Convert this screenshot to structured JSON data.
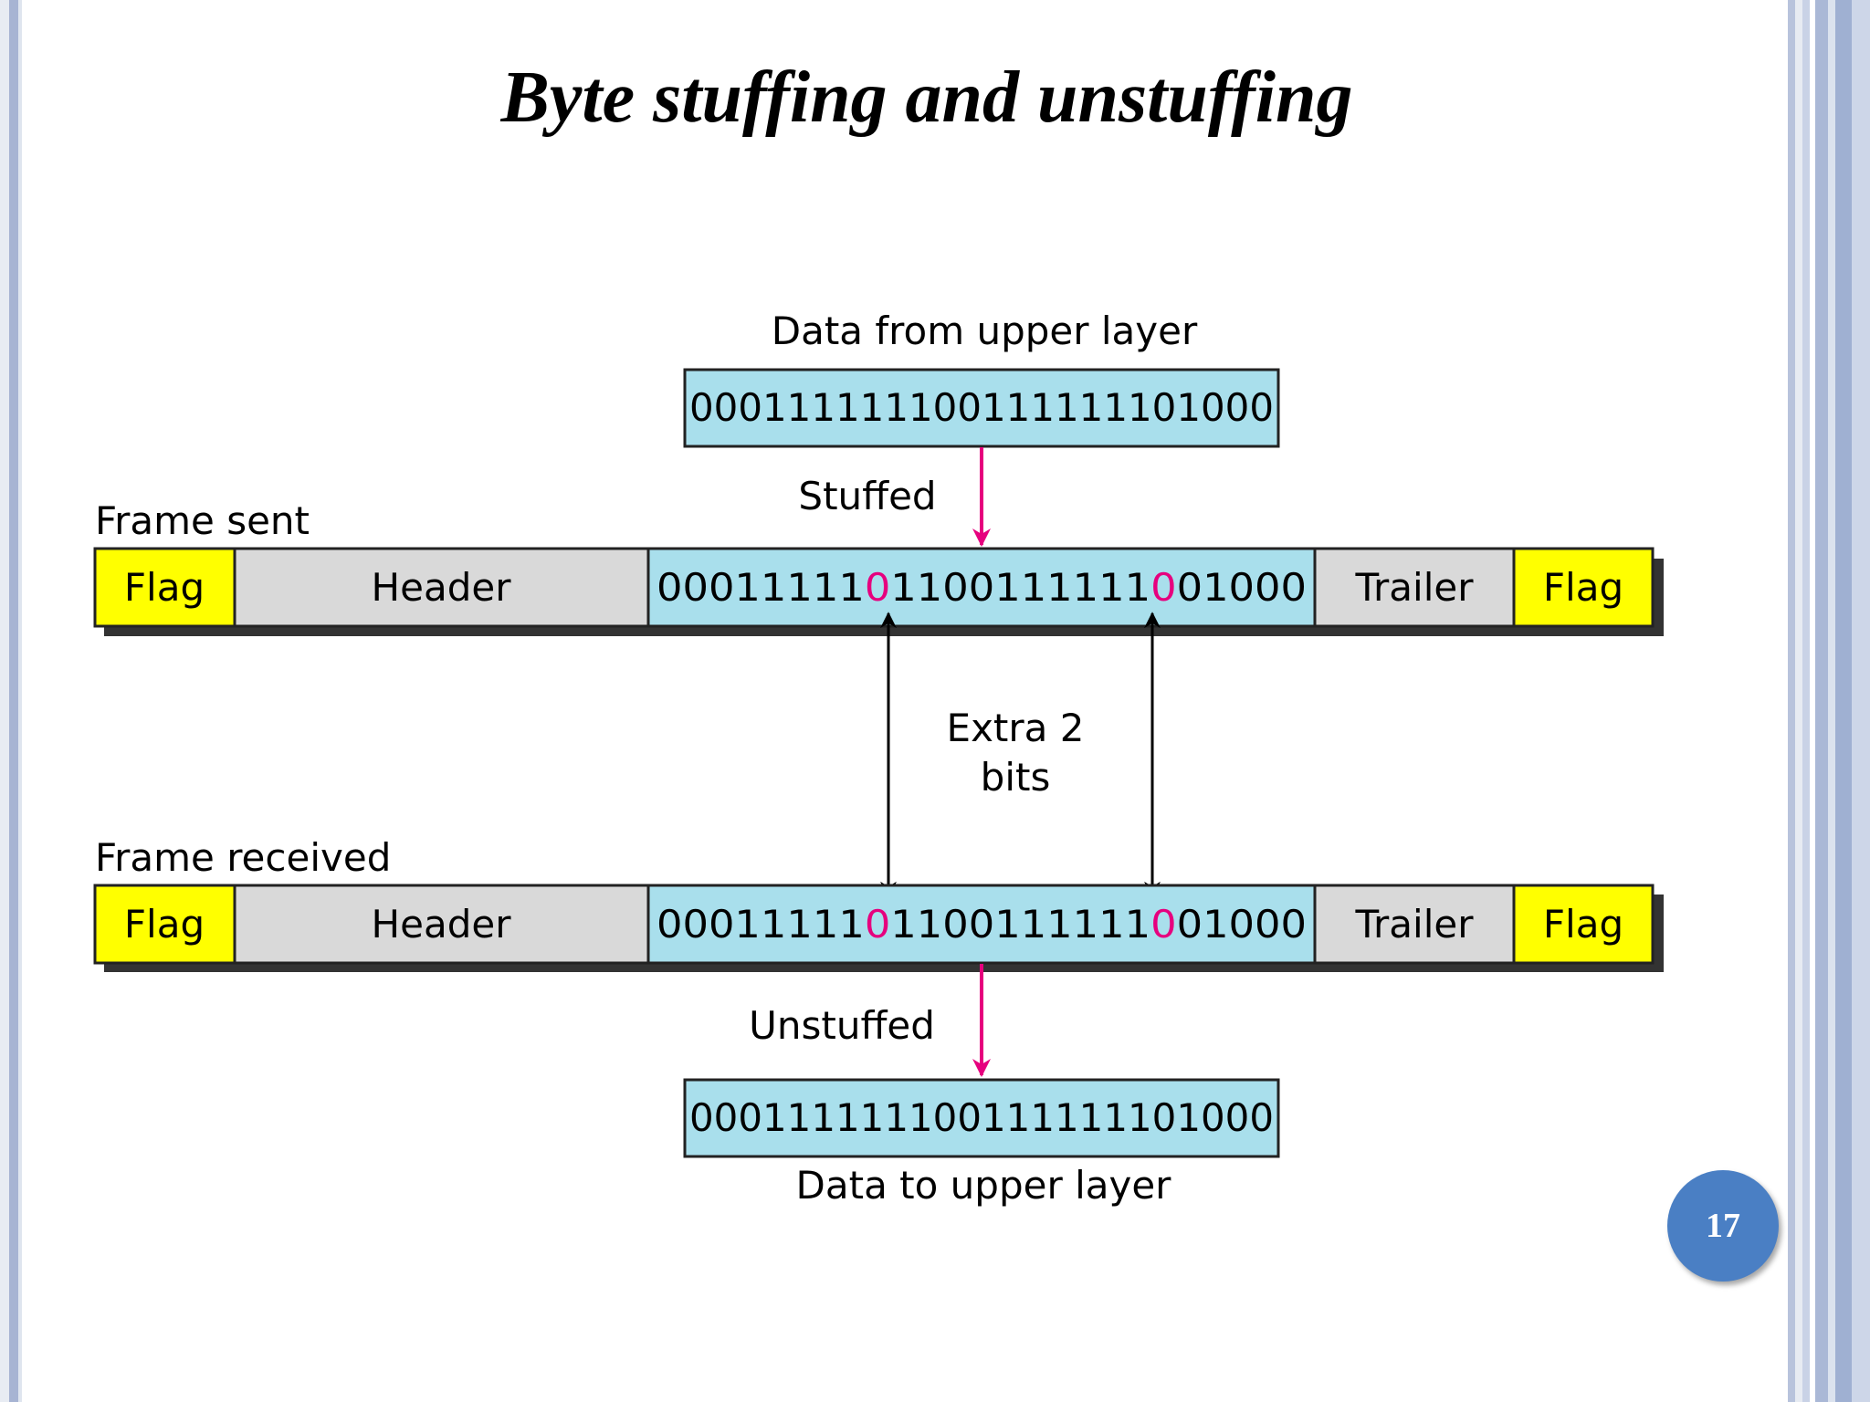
{
  "slide": {
    "title": "Byte stuffing and unstuffing",
    "page_number": "17"
  },
  "colors": {
    "data": "#a9dfec",
    "flag": "#ffff00",
    "grey": "#d9d9d9",
    "accent": "#e6007e"
  },
  "diagram": {
    "top_data": {
      "label": "Data from upper layer",
      "bits": "000111111100111111101000"
    },
    "stuffed_label": "Stuffed",
    "frame_sent": {
      "label": "Frame sent",
      "flag_left": "Flag",
      "header": "Header",
      "bits_a": "00011111",
      "stuffed_1": "0",
      "bits_b": "1100111111",
      "stuffed_2": "0",
      "bits_c": "01000",
      "trailer": "Trailer",
      "flag_right": "Flag"
    },
    "extra": {
      "line1": "Extra 2",
      "line2": "bits"
    },
    "frame_received": {
      "label": "Frame received",
      "flag_left": "Flag",
      "header": "Header",
      "bits_a": "00011111",
      "stuffed_1": "0",
      "bits_b": "1100111111",
      "stuffed_2": "0",
      "bits_c": "01000",
      "trailer": "Trailer",
      "flag_right": "Flag"
    },
    "unstuffed_label": "Unstuffed",
    "bottom_data": {
      "bits": "000111111100111111101000",
      "label": "Data to upper layer"
    }
  }
}
